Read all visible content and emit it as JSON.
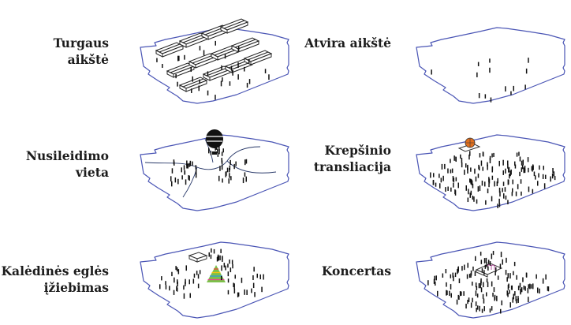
{
  "scenes": [
    {
      "id": "turgaus-aikste",
      "label_lines": [
        "Turgaus",
        "aikštė"
      ],
      "people": "low"
    },
    {
      "id": "atvira-aikste",
      "label_lines": [
        "Atvira aikštė"
      ],
      "people": "very-low"
    },
    {
      "id": "nusileidimo-vieta",
      "label_lines": [
        "Nusileidimo",
        "vieta"
      ],
      "people": "low"
    },
    {
      "id": "krepsinio-transliacija",
      "label_lines": [
        "Krepšinio",
        "transliacija"
      ],
      "people": "high"
    },
    {
      "id": "kaledines-egles-iziebimas",
      "label_lines": [
        "Kalėdinės eglės",
        "įžiebimas"
      ],
      "people": "medium"
    },
    {
      "id": "koncertas",
      "label_lines": [
        "Koncertas"
      ],
      "people": "high"
    }
  ],
  "colors": {
    "plaza_outline": "#4a55b5",
    "people": "#111111",
    "balloon": "#111111",
    "ball": "#e07020",
    "tree": "#7cc04a"
  }
}
